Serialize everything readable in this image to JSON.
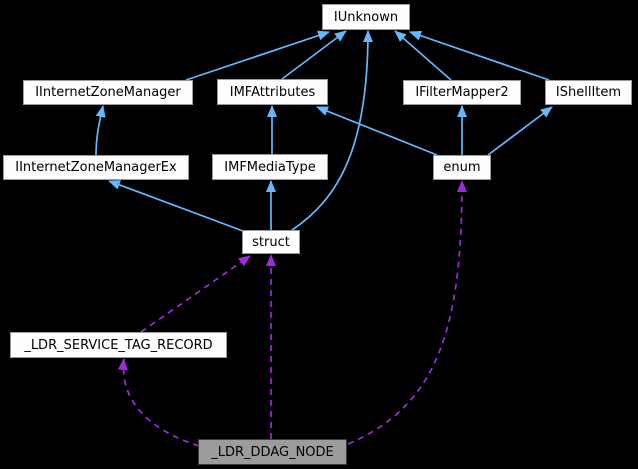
{
  "diagram": {
    "type": "collaboration-graph",
    "background": "#000000",
    "colors": {
      "inheritance": "#63b8ff",
      "usage": "#9e2bdb",
      "node_fill": "#fefefe",
      "node_border": "#9a9a9a",
      "current_node_fill": "#9c9c9c",
      "current_node_border": "#3d3d3d",
      "text": "#000000"
    },
    "nodes": [
      {
        "id": "iunknown",
        "label": "IUnknown",
        "current": false
      },
      {
        "id": "iinternetzonemanager",
        "label": "IInternetZoneManager",
        "current": false
      },
      {
        "id": "imfattributes",
        "label": "IMFAttributes",
        "current": false
      },
      {
        "id": "ifiltermapper2",
        "label": "IFilterMapper2",
        "current": false
      },
      {
        "id": "ishellitem",
        "label": "IShellItem",
        "current": false
      },
      {
        "id": "iinternetzonemanagerex",
        "label": "IInternetZoneManagerEx",
        "current": false
      },
      {
        "id": "imfmediatype",
        "label": "IMFMediaType",
        "current": false
      },
      {
        "id": "enum",
        "label": "enum",
        "current": false
      },
      {
        "id": "struct",
        "label": "struct",
        "current": false
      },
      {
        "id": "ldr-service-tag-record",
        "label": "_LDR_SERVICE_TAG_RECORD",
        "current": false
      },
      {
        "id": "ldr-ddag-node",
        "label": "_LDR_DDAG_NODE",
        "current": true
      }
    ],
    "edges": [
      {
        "from": "IInternetZoneManager",
        "to": "IUnknown",
        "relation": "inheritance",
        "style": "solid"
      },
      {
        "from": "IMFAttributes",
        "to": "IUnknown",
        "relation": "inheritance",
        "style": "solid"
      },
      {
        "from": "struct",
        "to": "IUnknown",
        "relation": "inheritance",
        "style": "solid"
      },
      {
        "from": "IFilterMapper2",
        "to": "IUnknown",
        "relation": "inheritance",
        "style": "solid"
      },
      {
        "from": "IShellItem",
        "to": "IUnknown",
        "relation": "inheritance",
        "style": "solid"
      },
      {
        "from": "IInternetZoneManagerEx",
        "to": "IInternetZoneManager",
        "relation": "inheritance",
        "style": "solid"
      },
      {
        "from": "IMFMediaType",
        "to": "IMFAttributes",
        "relation": "inheritance",
        "style": "solid"
      },
      {
        "from": "enum",
        "to": "IMFAttributes",
        "relation": "inheritance",
        "style": "solid"
      },
      {
        "from": "enum",
        "to": "IFilterMapper2",
        "relation": "inheritance",
        "style": "solid"
      },
      {
        "from": "enum",
        "to": "IShellItem",
        "relation": "inheritance",
        "style": "solid"
      },
      {
        "from": "struct",
        "to": "IInternetZoneManagerEx",
        "relation": "inheritance",
        "style": "solid"
      },
      {
        "from": "struct",
        "to": "IMFMediaType",
        "relation": "inheritance",
        "style": "solid"
      },
      {
        "from": "_LDR_SERVICE_TAG_RECORD",
        "to": "struct",
        "relation": "usage",
        "style": "dashed"
      },
      {
        "from": "_LDR_DDAG_NODE",
        "to": "struct",
        "relation": "usage",
        "style": "dashed"
      },
      {
        "from": "_LDR_DDAG_NODE",
        "to": "_LDR_SERVICE_TAG_RECORD",
        "relation": "usage",
        "style": "dashed"
      },
      {
        "from": "_LDR_DDAG_NODE",
        "to": "enum",
        "relation": "usage",
        "style": "dashed"
      }
    ]
  }
}
